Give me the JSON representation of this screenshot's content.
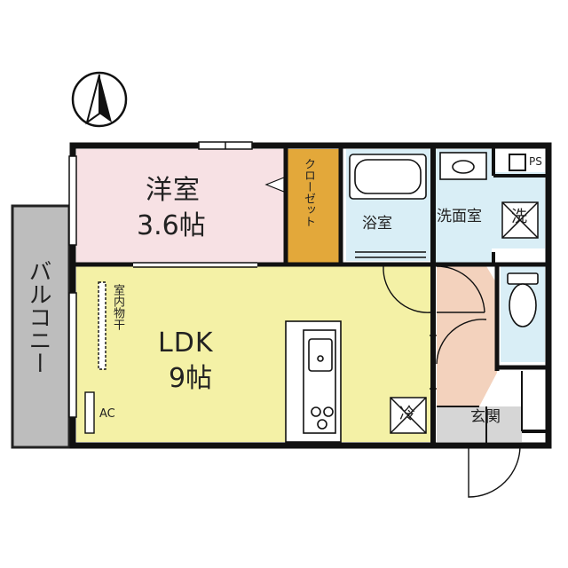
{
  "colors": {
    "wall": "#111111",
    "western_room": "#f7e1e4",
    "ldk": "#f4f1a6",
    "closet": "#e3a83a",
    "wet_area": "#d9eef6",
    "hallway": "#f3d2bd",
    "entrance": "#d6d6d6",
    "balcony": "#bdbdbd"
  },
  "compass": {
    "icon": "north-arrow-icon"
  },
  "rooms": {
    "western": {
      "name": "洋室",
      "area": "3.6帖"
    },
    "ldk": {
      "name": "LDK",
      "area": "9帖"
    },
    "closet": {
      "name": "クローゼット"
    },
    "bath": {
      "name": "浴室"
    },
    "washroom": {
      "name": "洗面室"
    },
    "entrance": {
      "name": "玄関"
    },
    "balcony": {
      "name": "バルコニー"
    }
  },
  "labels": {
    "ps": "PS",
    "ac": "AC",
    "indoor_drying": "室内物干",
    "washer": "洗",
    "fridge": "冷"
  }
}
